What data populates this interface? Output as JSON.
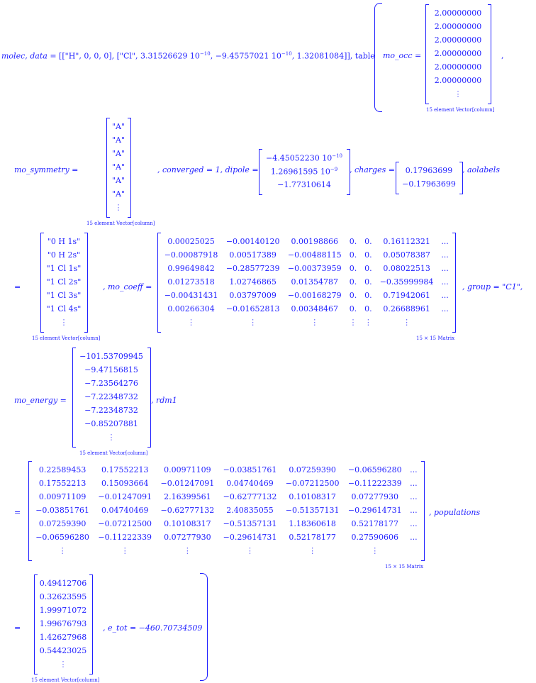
{
  "molec": {
    "lhs": "molec, data",
    "eq": "=",
    "h_entry": "[[\"H\", 0, 0, 0]",
    "cl_open": ", [\"Cl\", ",
    "cl_x": "3.31526629 10",
    "cl_x_exp": "−10",
    "cl_y": ", −9.45757021 10",
    "cl_y_exp": "−10",
    "cl_z": ", 1.32081084]], table",
    "trailing_comma": ","
  },
  "mo_occ": {
    "label": "mo_occ =",
    "values": [
      "2.00000000",
      "2.00000000",
      "2.00000000",
      "2.00000000",
      "2.00000000",
      "2.00000000"
    ],
    "caption": "15 element Vector[column]"
  },
  "mo_symmetry": {
    "label": "mo_symmetry =",
    "values": [
      "\"A\"",
      "\"A\"",
      "\"A\"",
      "\"A\"",
      "\"A\"",
      "\"A\""
    ],
    "caption": "15 element Vector[column]"
  },
  "converged": {
    "text": ", converged = 1, dipole ="
  },
  "dipole": {
    "values": [
      "−4.45052230 10",
      "1.26961595 10",
      "−1.77310614"
    ],
    "exps": [
      "−10",
      "−9",
      ""
    ]
  },
  "charges": {
    "label": ", charges =",
    "values": [
      "0.17963699",
      "−0.17963699"
    ],
    "after": ", aolabels"
  },
  "aolabels": {
    "eq": "=",
    "values": [
      "\"0 H 1s\"",
      "\"0 H 2s\"",
      "\"1 Cl 1s\"",
      "\"1 Cl 2s\"",
      "\"1 Cl 3s\"",
      "\"1 Cl 4s\""
    ],
    "caption": "15 element Vector[column]"
  },
  "mo_coeff": {
    "label": ", mo_coeff =",
    "rows": [
      [
        "0.00025025",
        "−0.00140120",
        "0.00198866",
        "0.",
        "0.",
        "0.16112321",
        "..."
      ],
      [
        "−0.00087918",
        "0.00517389",
        "−0.00488115",
        "0.",
        "0.",
        "0.05078387",
        "..."
      ],
      [
        "0.99649842",
        "−0.28577239",
        "−0.00373959",
        "0.",
        "0.",
        "0.08022513",
        "..."
      ],
      [
        "0.01273518",
        "1.02746865",
        "0.01354787",
        "0.",
        "0.",
        "−0.35999984",
        "..."
      ],
      [
        "−0.00431431",
        "0.03797009",
        "−0.00168279",
        "0.",
        "0.",
        "0.71942061",
        "..."
      ],
      [
        "0.00266304",
        "−0.01652813",
        "0.00348467",
        "0.",
        "0.",
        "0.26688961",
        "..."
      ]
    ],
    "caption": "15 × 15 Matrix",
    "after": ", group = \"C1\","
  },
  "mo_energy": {
    "label": "mo_energy =",
    "values": [
      "−101.53709945",
      "−9.47156815",
      "−7.23564276",
      "−7.22348732",
      "−7.22348732",
      "−0.85207881"
    ],
    "caption": "15 element Vector[column]",
    "after": ", rdm1"
  },
  "rdm1": {
    "eq": "=",
    "rows": [
      [
        "0.22589453",
        "0.17552213",
        "0.00971109",
        "−0.03851761",
        "0.07259390",
        "−0.06596280",
        "..."
      ],
      [
        "0.17552213",
        "0.15093664",
        "−0.01247091",
        "0.04740469",
        "−0.07212500",
        "−0.11222339",
        "..."
      ],
      [
        "0.00971109",
        "−0.01247091",
        "2.16399561",
        "−0.62777132",
        "0.10108317",
        "0.07277930",
        "..."
      ],
      [
        "−0.03851761",
        "0.04740469",
        "−0.62777132",
        "2.40835055",
        "−0.51357131",
        "−0.29614731",
        "..."
      ],
      [
        "0.07259390",
        "−0.07212500",
        "0.10108317",
        "−0.51357131",
        "1.18360618",
        "0.52178177",
        "..."
      ],
      [
        "−0.06596280",
        "−0.11222339",
        "0.07277930",
        "−0.29614731",
        "0.52178177",
        "0.27590606",
        "..."
      ]
    ],
    "caption": "15 × 15 Matrix",
    "after": ", populations"
  },
  "populations": {
    "eq": "=",
    "values": [
      "0.49412706",
      "0.32623595",
      "1.99971072",
      "1.99676793",
      "1.42627968",
      "0.54423025"
    ],
    "caption": "15 element Vector[column]"
  },
  "e_tot": {
    "text": ", e_tot = −460.70734509"
  },
  "vdots": "⋮"
}
